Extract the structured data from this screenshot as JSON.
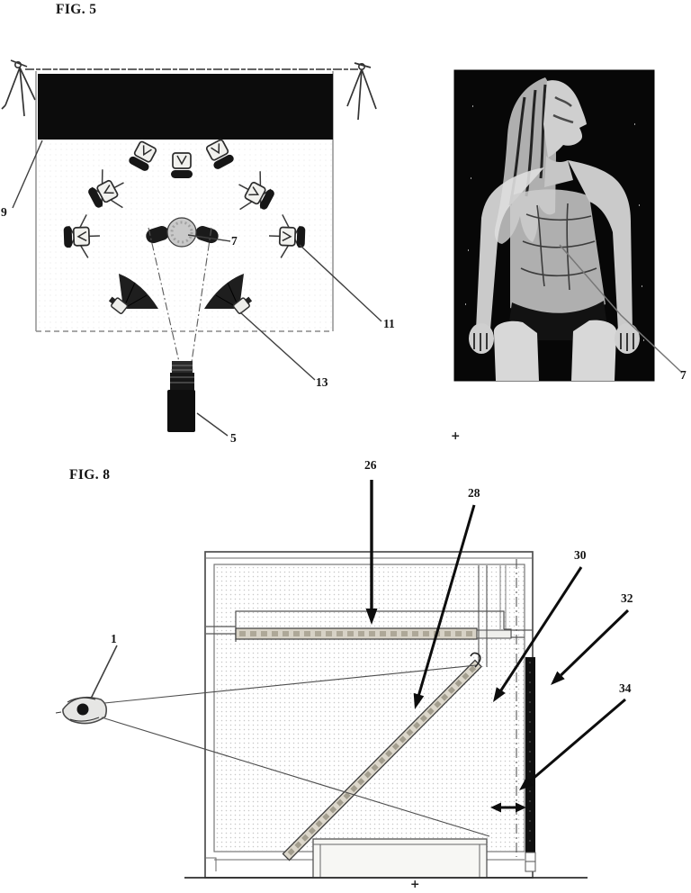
{
  "figure5": {
    "title": "FIG. 5",
    "callouts": {
      "backdrop": "9",
      "subject": "7",
      "camera_side": "11",
      "light": "13",
      "camera_main": "5"
    }
  },
  "portrait": {
    "callout": "7"
  },
  "figure8": {
    "title": "FIG. 8",
    "callouts": {
      "viewer_eye": "1",
      "overhead_screen": "26",
      "mirror": "28",
      "chamber": "30",
      "rear_display": "32",
      "adjustment_gap": "34"
    },
    "marks": {
      "center_upper": "+",
      "center_lower": "+"
    }
  },
  "icons": {
    "viewer": "eye-icon",
    "movement": "double-headed-arrow-icon",
    "cameras": "video-camera-top-view-icon",
    "lights": "umbrella-light-icon"
  },
  "colors": {
    "paper": "#ffffff",
    "ink": "#141414",
    "backdrop_black": "#0c0c0c",
    "photo_black": "#070707"
  }
}
